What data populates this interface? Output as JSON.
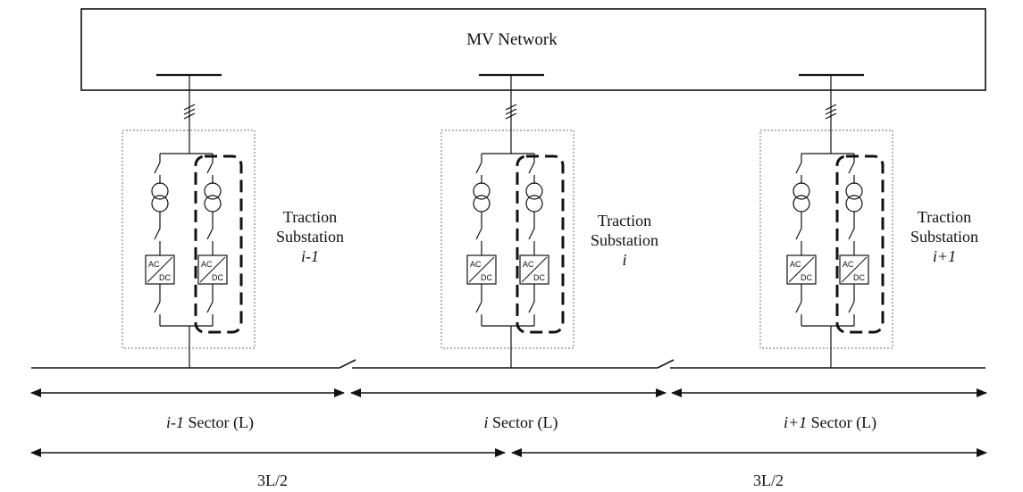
{
  "network": {
    "label": "MV Network"
  },
  "substations": [
    {
      "line1": "Traction",
      "line2": "Substation",
      "index": "i-1"
    },
    {
      "line1": "Traction",
      "line2": "Substation",
      "index": "i"
    },
    {
      "line1": "Traction",
      "line2": "Substation",
      "index": "i+1"
    }
  ],
  "converter": {
    "top": "AC",
    "bottom": "DC"
  },
  "sectors": [
    {
      "index": "i-1",
      "label": "Sector (L)"
    },
    {
      "index": "i",
      "label": "Sector (L)"
    },
    {
      "index": "i+1",
      "label": "Sector (L)"
    }
  ],
  "spans": [
    {
      "label": "3L/2"
    },
    {
      "label": "3L/2"
    }
  ],
  "colors": {
    "line": "#111111",
    "dotted_box": "#888888",
    "background": "#ffffff"
  }
}
